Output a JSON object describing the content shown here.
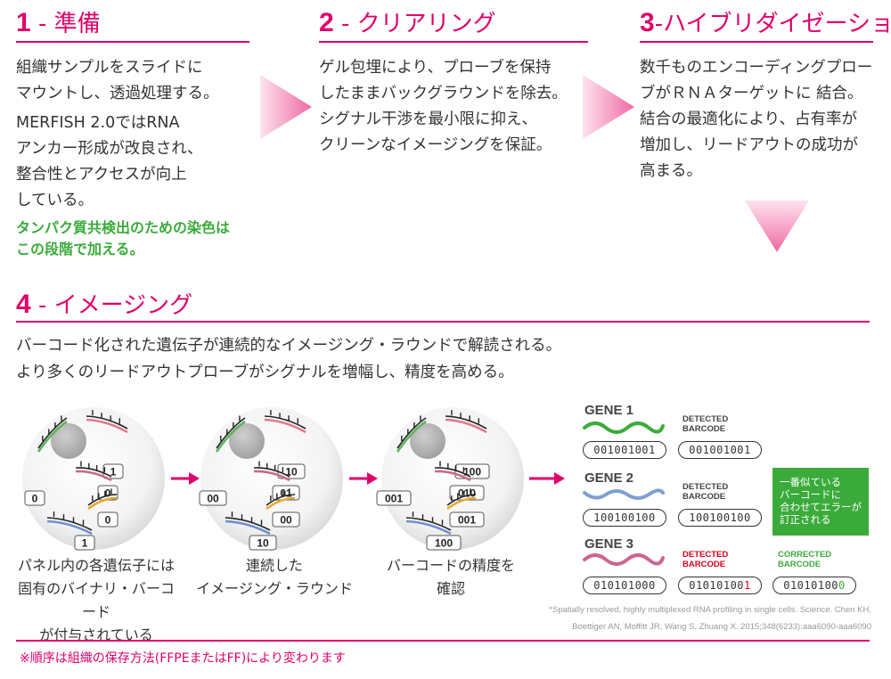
{
  "steps": [
    {
      "num": "1",
      "sep": " - ",
      "title": "準備",
      "lines": [
        "組織サンプルをスライドに",
        "マウントし、透過処理する。"
      ],
      "lines2": [
        "MERFISH 2.0ではRNA",
        "アンカー形成が改良され、",
        "整合性とアクセスが向上",
        "している。"
      ],
      "green": [
        "タンパク質共検出のための染色は",
        "この段階で加える。"
      ]
    },
    {
      "num": "2",
      "sep": " - ",
      "title": "クリアリング",
      "lines": [
        "ゲル包埋により、プローブを保持",
        "したままバックグラウンドを除去。",
        "シグナル干渉を最小限に抑え、",
        "クリーンなイメージングを保証。"
      ]
    },
    {
      "num": "3",
      "sep": "-",
      "title": "ハイブリダイゼーション",
      "lines": [
        "数千ものエンコーディングプロー",
        "ブがＲＮＡターゲットに 結合。",
        "結合の最適化により、占有率が",
        "増加し、リードアウトの成功が",
        "高まる。"
      ]
    },
    {
      "num": "4",
      "sep": " - ",
      "title": "イメージング",
      "lines": [
        "バーコード化された遺伝子が連続的なイメージング・ラウンドで解読される。",
        "より多くのリードアウトプローブがシグナルを増幅し、精度を高める。"
      ]
    }
  ],
  "circles": [
    {
      "labels": [
        "1",
        "0",
        "0",
        "0",
        "1"
      ]
    },
    {
      "labels": [
        "10",
        "00",
        "01",
        "00",
        "10"
      ]
    },
    {
      "labels": [
        "100",
        "001",
        "010",
        "001",
        "100"
      ]
    }
  ],
  "captions": [
    [
      "パネル内の各遺伝子には",
      "固有のバイナリ・バーコード",
      "が付与されている"
    ],
    [
      "連続した",
      "イメージング・ラウンド"
    ],
    [
      "バーコードの精度を",
      "確認"
    ]
  ],
  "genes": [
    {
      "name": "GENE 1",
      "code": "001001001",
      "detected_label": [
        "DETECTED",
        "BARCODE"
      ],
      "detected": "001001001",
      "wave_color": "#3aab3a"
    },
    {
      "name": "GENE 2",
      "code": "100100100",
      "detected_label": [
        "DETECTED",
        "BARCODE"
      ],
      "detected": "100100100",
      "wave_color": "#7f9fd0"
    },
    {
      "name": "GENE 3",
      "code": "010101000",
      "detected_label": [
        "DETECTED",
        "BARCODE"
      ],
      "detected_prefix": "01010100",
      "detected_err": "1",
      "corrected_label": [
        "CORRECTED",
        "BARCODE"
      ],
      "corrected_prefix": "01010100",
      "corrected_fix": "0",
      "wave_color": "#cc6690"
    }
  ],
  "correction_box": [
    "一番似ている",
    "バーコードに",
    "合わせてエラーが",
    "訂正される"
  ],
  "reference": [
    "*Spatially resolved, highly multiplexed RNA profiling in single cells. Science. Chen KH,",
    "Boettiger AN, Moffitt JR, Wang S, Zhuang X. 2015;348(6233):aaa6090-aaa6090"
  ],
  "footnote": "※順序は組織の保存方法(FFPEまたはFF)により変わります",
  "colors": {
    "accent": "#e0006a",
    "green": "#3aab3a",
    "error": "#d5001c"
  }
}
